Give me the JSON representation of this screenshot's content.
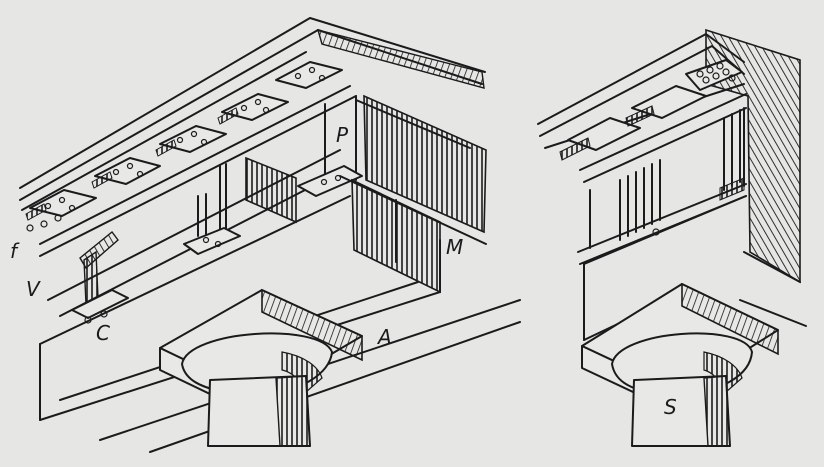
{
  "labels": {
    "f": "f",
    "V": "V",
    "C": "C",
    "P": "P",
    "M": "M",
    "A": "A",
    "S": "S"
  },
  "colors": {
    "paper": "#e6e6e4",
    "ink": "#1b1b1b"
  }
}
